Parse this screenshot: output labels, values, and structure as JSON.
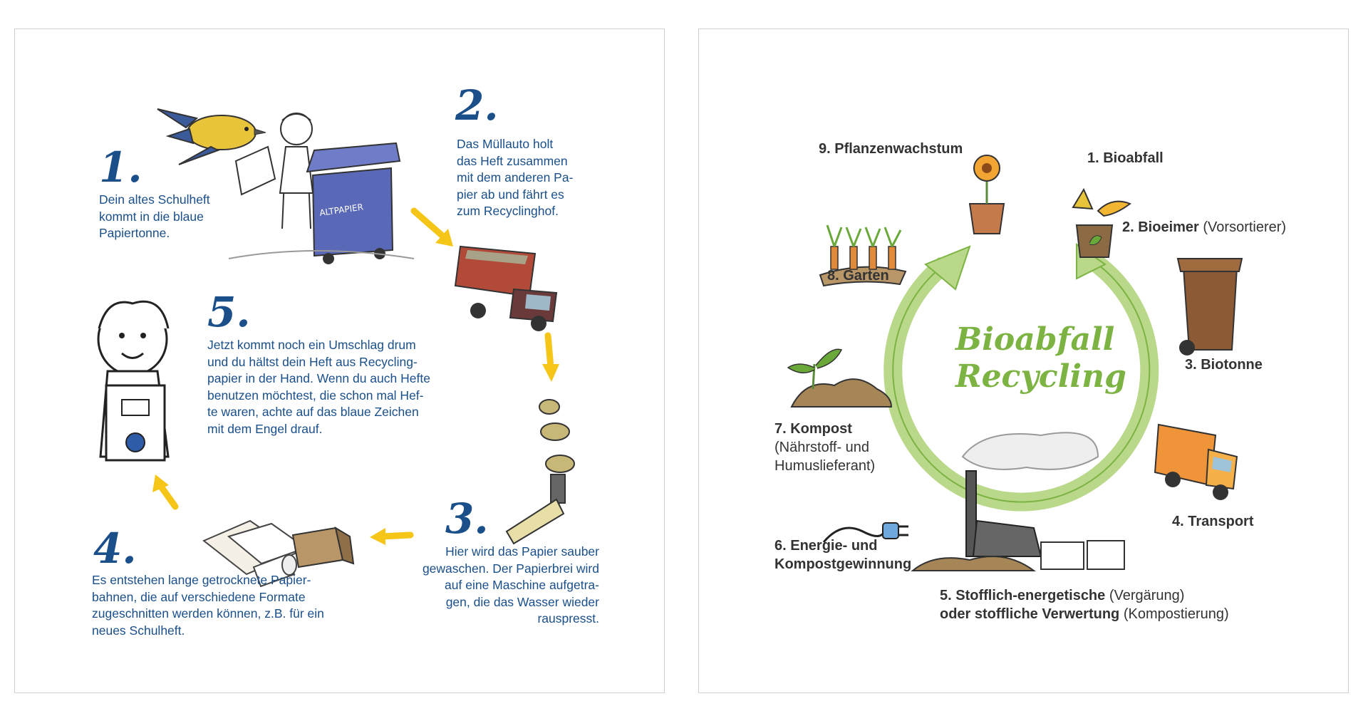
{
  "paper_cycle": {
    "bin_label": "ALTPAPIER",
    "steps": [
      {
        "number": "1.",
        "text": "Dein altes Schulheft\nkommt in die blaue\nPapiertonne."
      },
      {
        "number": "2.",
        "text": "Das Müllauto holt\ndas Heft zusammen\nmit dem anderen Pa-\npier ab und fährt es\nzum Recyclinghof."
      },
      {
        "number": "3.",
        "text": "Hier wird das Papier sauber\ngewaschen. Der Papierbrei wird\nauf eine Maschine aufgetra-\ngen, die das Wasser wieder\nrauspresst."
      },
      {
        "number": "4.",
        "text": "Es entstehen lange getrocknete Papier-\nbahnen, die auf verschiedene Formate\nzugeschnitten werden können, z.B. für ein\nneues Schulheft."
      },
      {
        "number": "5.",
        "text": "Jetzt kommt noch ein Umschlag drum\nund du hältst dein Heft aus Recycling-\npapier in der Hand. Wenn du auch Hefte\nbenutzen möchtest, die schon mal Hef-\nte waren, achte auf das blaue Zeichen\nmit dem Engel drauf."
      }
    ]
  },
  "bio_cycle": {
    "title_line1": "Bioabfall",
    "title_line2": "Recycling",
    "labels": {
      "s1": {
        "bold": "1. Bioabfall",
        "normal": ""
      },
      "s2": {
        "bold": "2. Bioeimer",
        "normal": " (Vorsortierer)"
      },
      "s3": {
        "bold": "3. Biotonne",
        "normal": ""
      },
      "s4": {
        "bold": "4. Transport",
        "normal": ""
      },
      "s5_line1": {
        "bold": "5. Stofflich-energetische",
        "normal": " (Vergärung)"
      },
      "s5_line2": {
        "bold": "oder stoffliche Verwertung",
        "normal": " (Kompostierung)"
      },
      "s6_line1": {
        "bold": "6. Energie- und",
        "normal": ""
      },
      "s6_line2": {
        "bold": "Kompostgewinnung",
        "normal": ""
      },
      "s7_line1": {
        "bold": "7. Kompost",
        "normal": ""
      },
      "s7_line2": {
        "bold": "",
        "normal": "(Nährstoff- und"
      },
      "s7_line3": {
        "bold": "",
        "normal": "Humuslieferant)"
      },
      "s8": {
        "bold": "8. Garten",
        "normal": ""
      },
      "s9": {
        "bold": "9. Pflanzenwachstum",
        "normal": ""
      }
    }
  },
  "colors": {
    "blue_text": "#1a4f8a",
    "arrow_yellow": "#f5c518",
    "green": "#7cb342",
    "label_gray": "#333333"
  }
}
